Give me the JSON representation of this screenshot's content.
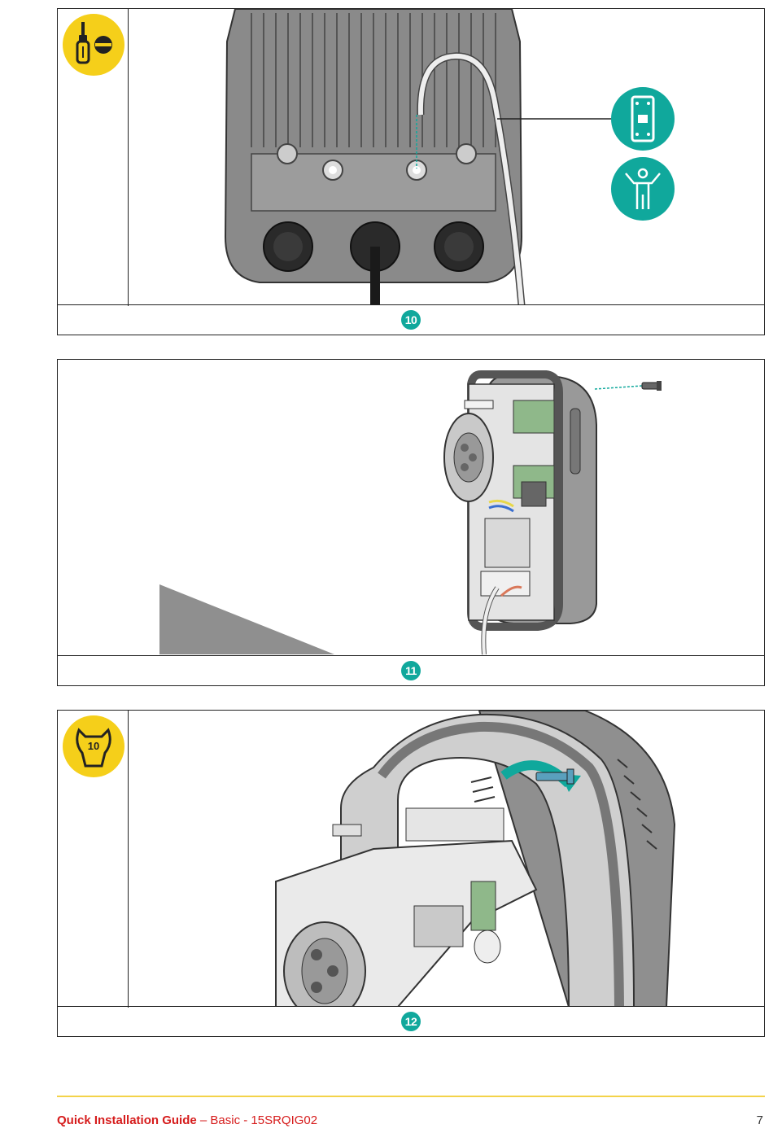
{
  "steps": [
    {
      "number": "10",
      "tool": "flat-screwdriver-icon",
      "side_icons": [
        "circuit-breaker-icon",
        "qualified-person-icon"
      ]
    },
    {
      "number": "11"
    },
    {
      "number": "12",
      "tool": "wrench-10-icon",
      "tool_label": "10"
    }
  ],
  "footer": {
    "title": "Quick Installation Guide",
    "separator": " – ",
    "subtitle": "Basic - 15SRQIG02",
    "page": "7"
  },
  "colors": {
    "accent": "#10a89c",
    "tool_badge": "#f5cf1a",
    "footer_title": "#d61c1c",
    "footer_rule": "#f3d34a"
  }
}
